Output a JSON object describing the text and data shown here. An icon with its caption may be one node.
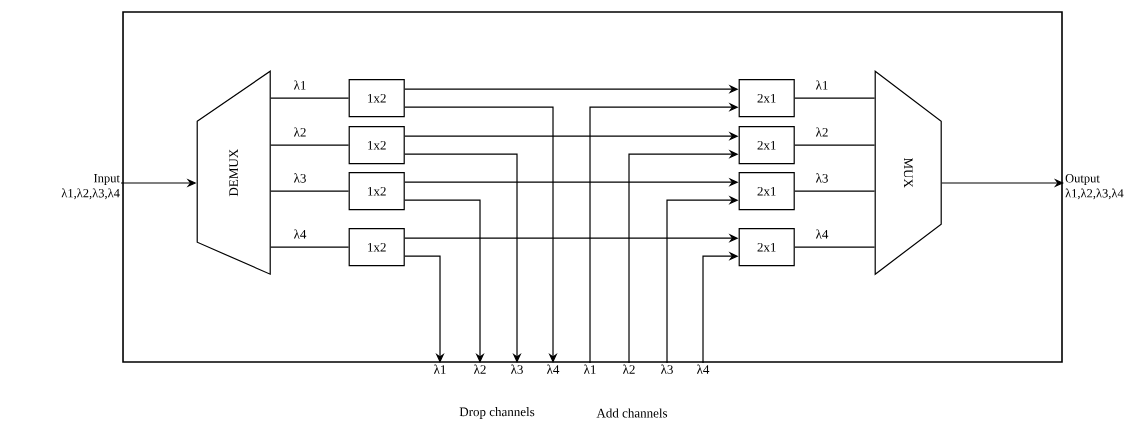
{
  "diagram": {
    "nodes": [
      {
        "text": [],
        "shape": "box"
      },
      {
        "text": [
          "Input",
          "λ1,λ2,λ3,λ4"
        ]
      },
      {
        "text": [
          "DEMUX"
        ],
        "in": 0
      },
      {
        "text": [
          "1x2"
        ],
        "in": 0
      },
      {
        "text": [
          "1x2"
        ],
        "in": 0
      },
      {
        "text": [
          "1x2"
        ],
        "in": 0
      },
      {
        "text": [
          "1x2"
        ],
        "in": 0
      },
      {
        "text": [
          "2x1"
        ],
        "in": 0
      },
      {
        "text": [
          "2x1"
        ],
        "in": 0
      },
      {
        "text": [
          "2x1"
        ],
        "in": 0
      },
      {
        "text": [
          "2x1"
        ],
        "in": 0
      },
      {
        "text": [
          "MUX"
        ],
        "in": 0
      },
      {
        "text": [
          "Output",
          "λ1,λ2,λ3,λ4"
        ]
      },
      {
        "text": [
          "λ1"
        ]
      },
      {
        "text": [
          "λ2"
        ]
      },
      {
        "text": [
          "λ3"
        ]
      },
      {
        "text": [
          "λ4"
        ]
      },
      {
        "text": [
          "λ1"
        ]
      },
      {
        "text": [
          "λ2"
        ]
      },
      {
        "text": [
          "λ3"
        ]
      },
      {
        "text": [
          "λ4"
        ]
      }
    ],
    "edges": [
      {
        "from": 1,
        "to": 2,
        "arrow": "to"
      },
      {
        "from": 2,
        "to": 3,
        "arrow": "none",
        "label": "λ1"
      },
      {
        "from": 2,
        "to": 4,
        "arrow": "none",
        "label": "λ2"
      },
      {
        "from": 2,
        "to": 5,
        "arrow": "none",
        "label": "λ3"
      },
      {
        "from": 2,
        "to": 6,
        "arrow": "none",
        "label": "λ4"
      },
      {
        "from": 3,
        "to": 7,
        "arrow": "to"
      },
      {
        "from": 4,
        "to": 8,
        "arrow": "to"
      },
      {
        "from": 5,
        "to": 9,
        "arrow": "to"
      },
      {
        "from": 6,
        "to": 10,
        "arrow": "to"
      },
      {
        "from": 3,
        "to": 16,
        "arrow": "to"
      },
      {
        "from": 4,
        "to": 15,
        "arrow": "to"
      },
      {
        "from": 5,
        "to": 14,
        "arrow": "to"
      },
      {
        "from": 6,
        "to": 13,
        "arrow": "to"
      },
      {
        "from": 17,
        "to": 7,
        "arrow": "to"
      },
      {
        "from": 18,
        "to": 8,
        "arrow": "to"
      },
      {
        "from": 19,
        "to": 9,
        "arrow": "to"
      },
      {
        "from": 20,
        "to": 10,
        "arrow": "to"
      },
      {
        "from": 7,
        "to": 11,
        "arrow": "none",
        "label": "λ1"
      },
      {
        "from": 8,
        "to": 11,
        "arrow": "none",
        "label": "λ2"
      },
      {
        "from": 9,
        "to": 11,
        "arrow": "none",
        "label": "λ3"
      },
      {
        "from": 10,
        "to": 11,
        "arrow": "none",
        "label": "λ4"
      },
      {
        "from": 11,
        "to": 12,
        "arrow": "to"
      }
    ],
    "labels": [
      "Drop channels",
      "Add channels"
    ]
  }
}
